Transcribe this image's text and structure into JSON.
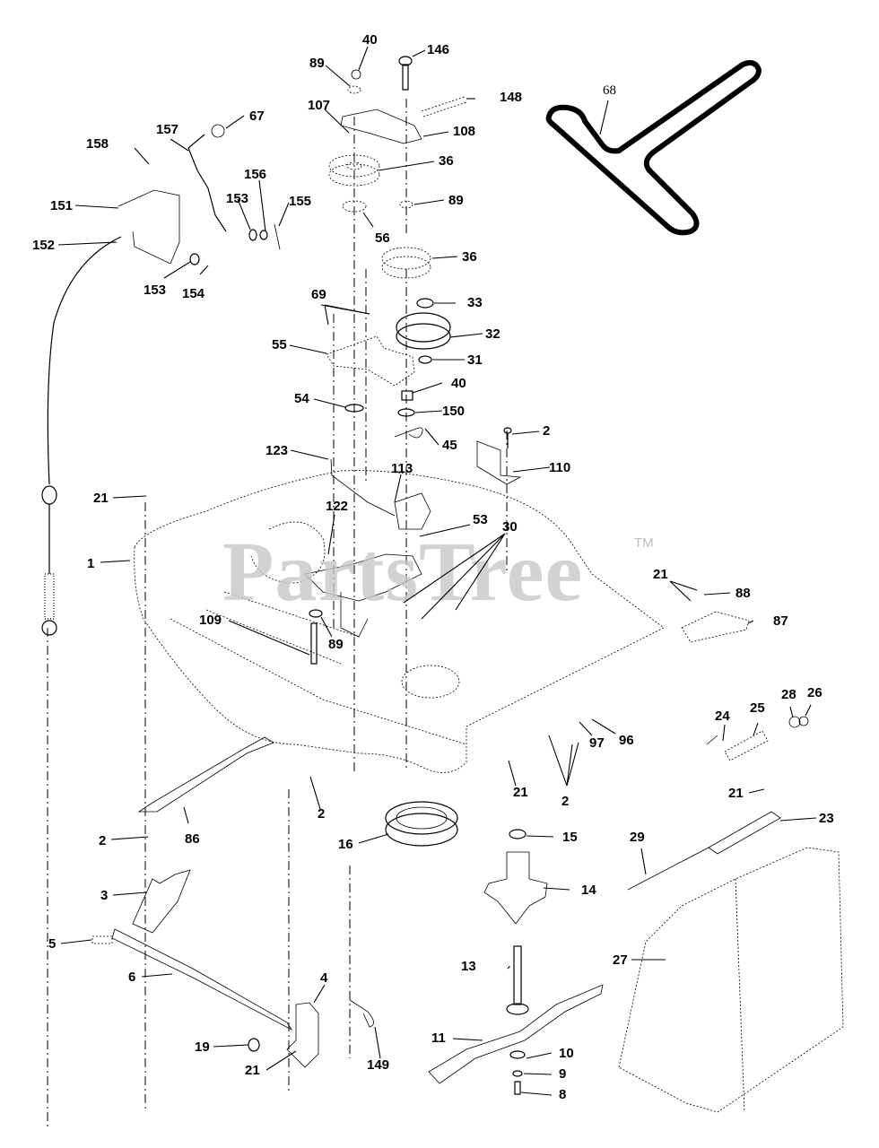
{
  "diagram": {
    "type": "exploded-parts-diagram",
    "subject": "Mower deck assembly",
    "watermark": "PartsTree",
    "watermark_tm": "TM",
    "callouts": [
      {
        "id": "c-40a",
        "part": "40"
      },
      {
        "id": "c-146",
        "part": "146"
      },
      {
        "id": "c-89a",
        "part": "89"
      },
      {
        "id": "c-148",
        "part": "148"
      },
      {
        "id": "c-107",
        "part": "107"
      },
      {
        "id": "c-108",
        "part": "108"
      },
      {
        "id": "c-67",
        "part": "67"
      },
      {
        "id": "c-157",
        "part": "157"
      },
      {
        "id": "c-158",
        "part": "158"
      },
      {
        "id": "c-36a",
        "part": "36"
      },
      {
        "id": "c-156",
        "part": "156"
      },
      {
        "id": "c-151",
        "part": "151"
      },
      {
        "id": "c-153a",
        "part": "153"
      },
      {
        "id": "c-155",
        "part": "155"
      },
      {
        "id": "c-89b",
        "part": "89"
      },
      {
        "id": "c-56",
        "part": "56"
      },
      {
        "id": "c-152",
        "part": "152"
      },
      {
        "id": "c-36b",
        "part": "36"
      },
      {
        "id": "c-153b",
        "part": "153"
      },
      {
        "id": "c-154",
        "part": "154"
      },
      {
        "id": "c-33",
        "part": "33"
      },
      {
        "id": "c-69",
        "part": "69"
      },
      {
        "id": "c-32",
        "part": "32"
      },
      {
        "id": "c-55",
        "part": "55"
      },
      {
        "id": "c-31",
        "part": "31"
      },
      {
        "id": "c-40b",
        "part": "40"
      },
      {
        "id": "c-54",
        "part": "54"
      },
      {
        "id": "c-150",
        "part": "150"
      },
      {
        "id": "c-45",
        "part": "45"
      },
      {
        "id": "c-2a",
        "part": "2"
      },
      {
        "id": "c-123",
        "part": "123"
      },
      {
        "id": "c-110",
        "part": "110"
      },
      {
        "id": "c-113",
        "part": "113"
      },
      {
        "id": "c-21a",
        "part": "21"
      },
      {
        "id": "c-122",
        "part": "122"
      },
      {
        "id": "c-53",
        "part": "53"
      },
      {
        "id": "c-30",
        "part": "30"
      },
      {
        "id": "c-1",
        "part": "1"
      },
      {
        "id": "c-21b",
        "part": "21"
      },
      {
        "id": "c-88",
        "part": "88"
      },
      {
        "id": "c-109",
        "part": "109"
      },
      {
        "id": "c-89c",
        "part": "89"
      },
      {
        "id": "c-87",
        "part": "87"
      },
      {
        "id": "c-28",
        "part": "28"
      },
      {
        "id": "c-26",
        "part": "26"
      },
      {
        "id": "c-24",
        "part": "24"
      },
      {
        "id": "c-25",
        "part": "25"
      },
      {
        "id": "c-97",
        "part": "97"
      },
      {
        "id": "c-96",
        "part": "96"
      },
      {
        "id": "c-21c",
        "part": "21"
      },
      {
        "id": "c-2b",
        "part": "2"
      },
      {
        "id": "c-21d",
        "part": "21"
      },
      {
        "id": "c-23",
        "part": "23"
      },
      {
        "id": "c-2c",
        "part": "2"
      },
      {
        "id": "c-86",
        "part": "86"
      },
      {
        "id": "c-2d",
        "part": "2"
      },
      {
        "id": "c-16",
        "part": "16"
      },
      {
        "id": "c-15",
        "part": "15"
      },
      {
        "id": "c-29",
        "part": "29"
      },
      {
        "id": "c-3",
        "part": "3"
      },
      {
        "id": "c-14",
        "part": "14"
      },
      {
        "id": "c-5",
        "part": "5"
      },
      {
        "id": "c-6",
        "part": "6"
      },
      {
        "id": "c-13",
        "part": "13"
      },
      {
        "id": "c-27",
        "part": "27"
      },
      {
        "id": "c-4",
        "part": "4"
      },
      {
        "id": "c-11",
        "part": "11"
      },
      {
        "id": "c-10",
        "part": "10"
      },
      {
        "id": "c-19",
        "part": "19"
      },
      {
        "id": "c-149",
        "part": "149"
      },
      {
        "id": "c-9",
        "part": "9"
      },
      {
        "id": "c-21e",
        "part": "21"
      },
      {
        "id": "c-8",
        "part": "8"
      },
      {
        "id": "c-68",
        "part": "68"
      }
    ]
  }
}
